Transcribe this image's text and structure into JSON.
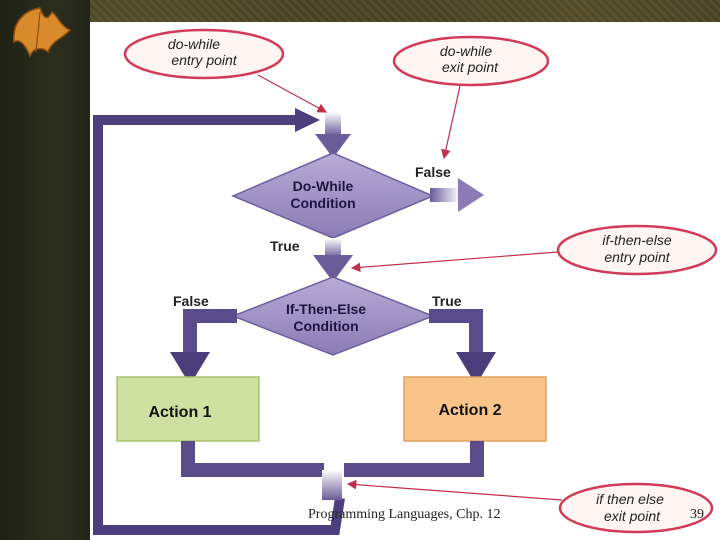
{
  "diagram": {
    "decision_do_while": {
      "line1": "Do-While",
      "line2": "Condition"
    },
    "decision_if_then_else": {
      "line1": "If-Then-Else",
      "line2": "Condition"
    },
    "action1": "Action 1",
    "action2": "Action 2",
    "labels": {
      "false_top": "False",
      "true_mid": "True",
      "false_left": "False",
      "true_right": "True"
    },
    "callouts": {
      "do_while_entry": {
        "line1": "do-while",
        "line2": "entry point"
      },
      "do_while_exit": {
        "line1": "do-while",
        "line2": "exit point"
      },
      "if_entry": {
        "line1": "if-then-else",
        "line2": "entry point"
      },
      "if_exit": {
        "line1": "if then else",
        "line2": "exit point"
      }
    }
  },
  "footer": {
    "text": "Programming Languages, Chp. 12",
    "page": "39"
  },
  "colors": {
    "accent": "#5b4a8b",
    "diamond": "#9a8cc0",
    "action1": "#cfe0a0",
    "action2": "#f8c48a",
    "callout_border": "#d23a5a"
  }
}
